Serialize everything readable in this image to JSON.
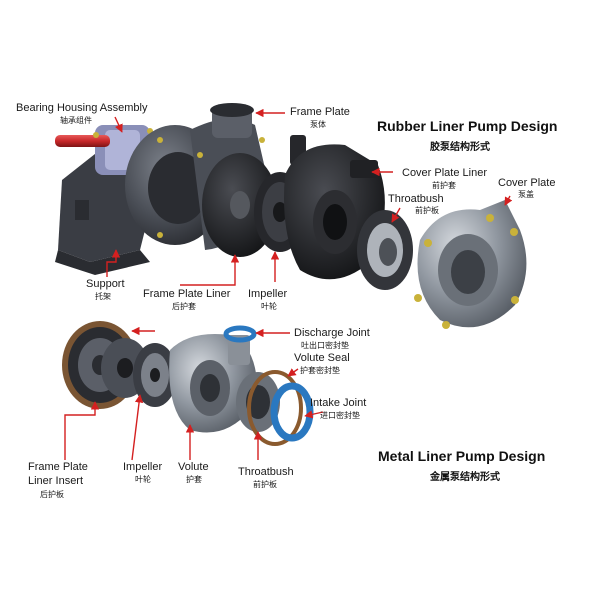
{
  "rubber_design": {
    "title": "Rubber Liner Pump Design",
    "subtitle": "胶泵结构形式",
    "labels": {
      "bearing_housing": {
        "en": "Bearing Housing Assembly",
        "cn": "轴承组件"
      },
      "frame_plate": {
        "en": "Frame Plate",
        "cn": "泵体"
      },
      "support": {
        "en": "Support",
        "cn": "托架"
      },
      "frame_plate_liner": {
        "en": "Frame Plate Liner",
        "cn": "后护套"
      },
      "impeller": {
        "en": "Impeller",
        "cn": "叶轮"
      },
      "cover_plate_liner": {
        "en": "Cover Plate Liner",
        "cn": "前护套"
      },
      "throatbush": {
        "en": "Throatbush",
        "cn": "前护板"
      },
      "cover_plate": {
        "en": "Cover Plate",
        "cn": "泵盖"
      }
    }
  },
  "metal_design": {
    "title": "Metal Liner Pump Design",
    "subtitle": "金属泵结构形式",
    "labels": {
      "discharge_joint": {
        "en": "Discharge Joint",
        "cn": "吐出口密封垫"
      },
      "volute_seal": {
        "en": "Volute Seal",
        "cn": "护套密封垫"
      },
      "intake_joint": {
        "en": "Intake Joint",
        "cn": "进口密封垫"
      },
      "frame_plate_liner_insert": {
        "en_line1": "Frame Plate",
        "en_line2": "Liner Insert",
        "cn": "后护板"
      },
      "impeller": {
        "en": "Impeller",
        "cn": "叶轮"
      },
      "volute": {
        "en": "Volute",
        "cn": "护套"
      },
      "throatbush": {
        "en": "Throatbush",
        "cn": "前护板"
      }
    }
  },
  "colors": {
    "arrow": "#d42020",
    "body_dark": "#3a3d44",
    "body_mid": "#5b5f68",
    "liner_black": "#1c1d20",
    "metal_light": "#9aa0a8",
    "bolt": "#c9b23a",
    "shaft_red": "#c8282a",
    "gasket_blue": "#2a78c0",
    "gasket_copper": "#8a5a2e"
  }
}
